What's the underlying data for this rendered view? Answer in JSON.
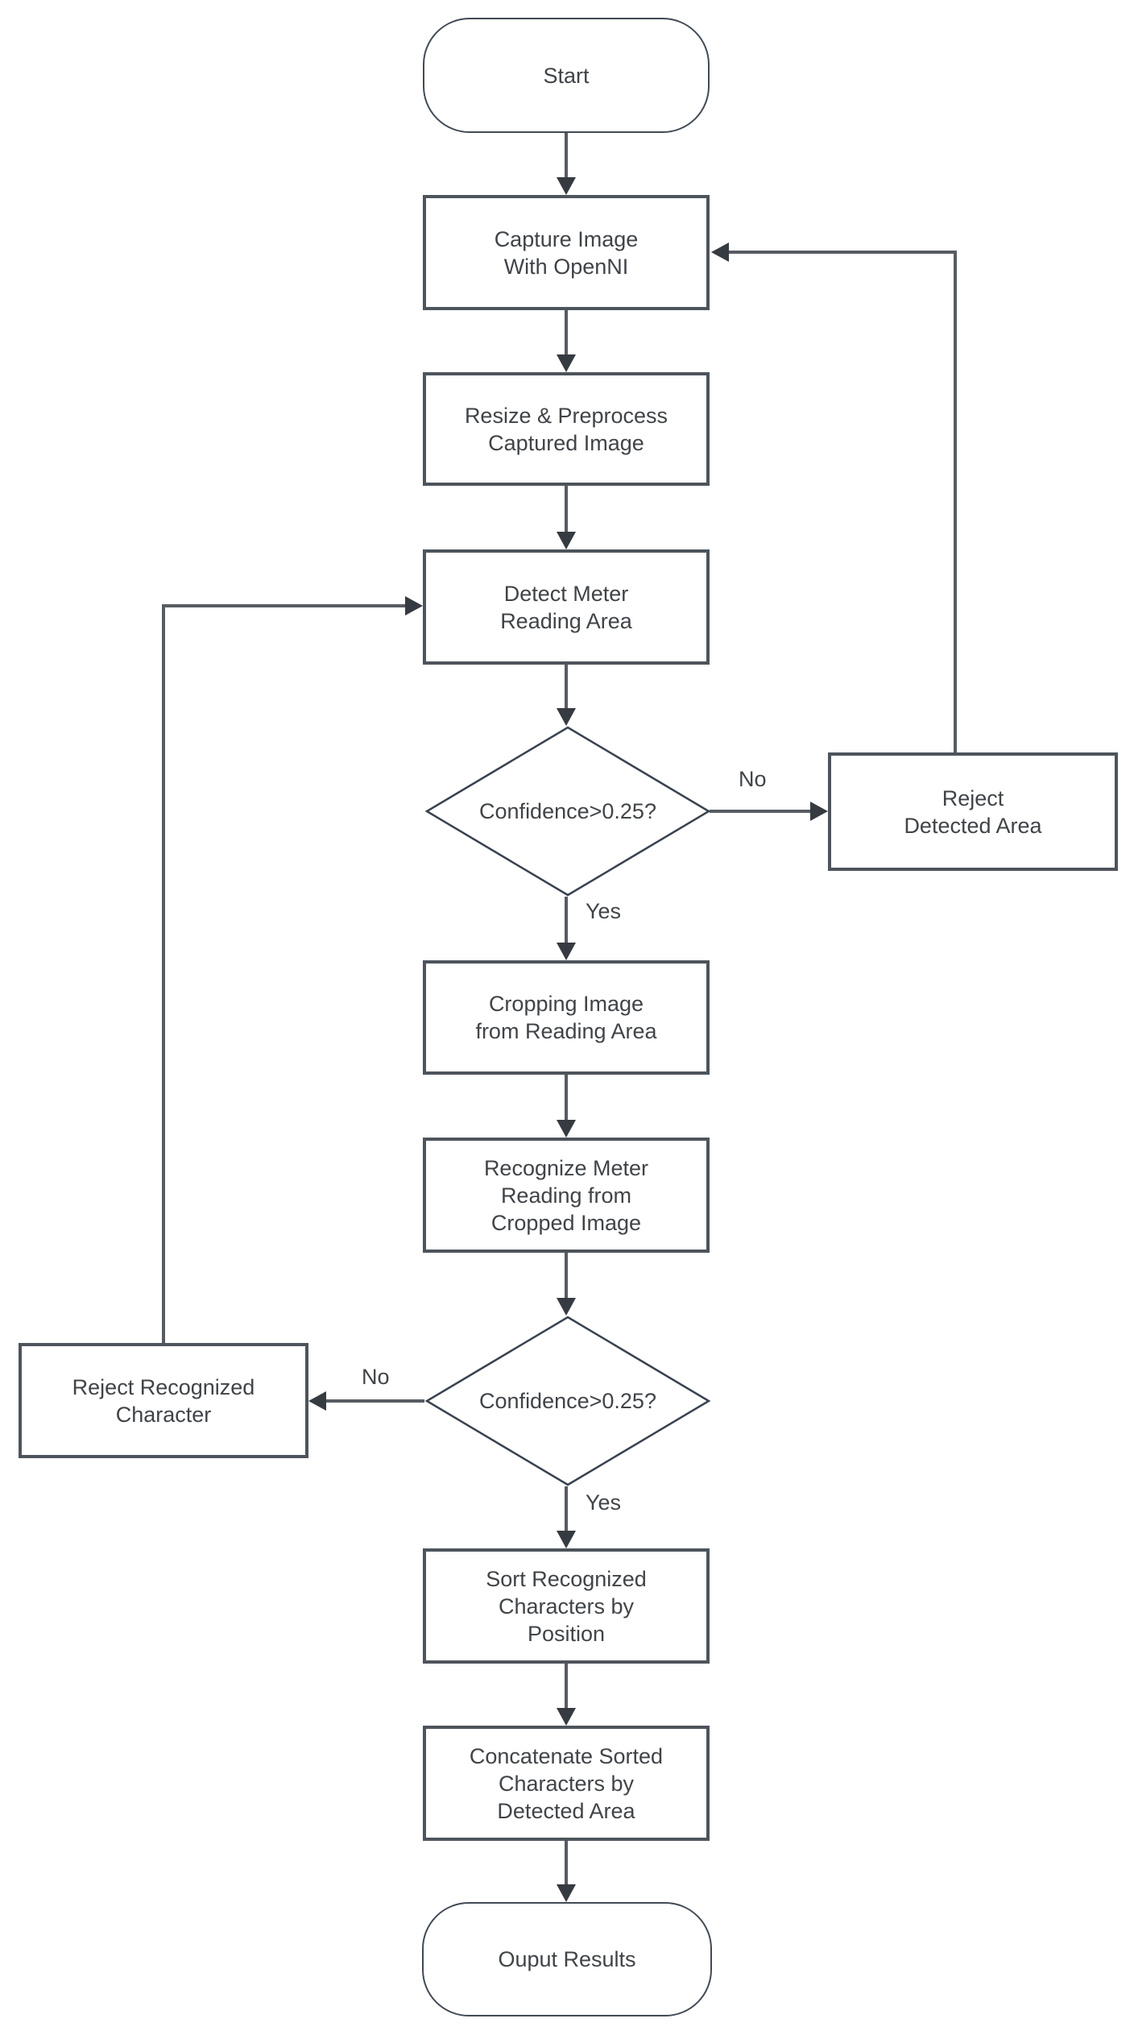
{
  "diagram": {
    "type": "flowchart",
    "background": "#ffffff",
    "nodes": {
      "start": {
        "type": "terminator",
        "label": "Start"
      },
      "capture": {
        "type": "process",
        "label": "Capture Image\nWith OpenNI"
      },
      "resize": {
        "type": "process",
        "label": "Resize & Preprocess\nCaptured Image"
      },
      "detect": {
        "type": "process",
        "label": "Detect Meter\nReading Area"
      },
      "confidence1": {
        "type": "decision",
        "label": "Confidence>0.25?"
      },
      "reject_area": {
        "type": "process",
        "label": "Reject\nDetected Area"
      },
      "crop": {
        "type": "process",
        "label": "Cropping Image\nfrom Reading Area"
      },
      "recognize": {
        "type": "process",
        "label": "Recognize Meter\nReading from\nCropped Image"
      },
      "confidence2": {
        "type": "decision",
        "label": "Confidence>0.25?"
      },
      "reject_char": {
        "type": "process",
        "label": "Reject Recognized\nCharacter"
      },
      "sort": {
        "type": "process",
        "label": "Sort Recognized\nCharacters by\nPosition"
      },
      "concat": {
        "type": "process",
        "label": "Concatenate Sorted\nCharacters by\nDetected Area"
      },
      "output": {
        "type": "terminator",
        "label": "Ouput Results"
      }
    },
    "edge_labels": {
      "decision1_no": "No",
      "decision1_yes": "Yes",
      "decision2_no": "No",
      "decision2_yes": "Yes"
    },
    "colors": {
      "process_border": "#4d545b",
      "terminator_border": "#414a55",
      "decision_border": "#39424f",
      "connector": "#575c63",
      "arrowhead": "#363b41",
      "text": "#404448"
    }
  }
}
